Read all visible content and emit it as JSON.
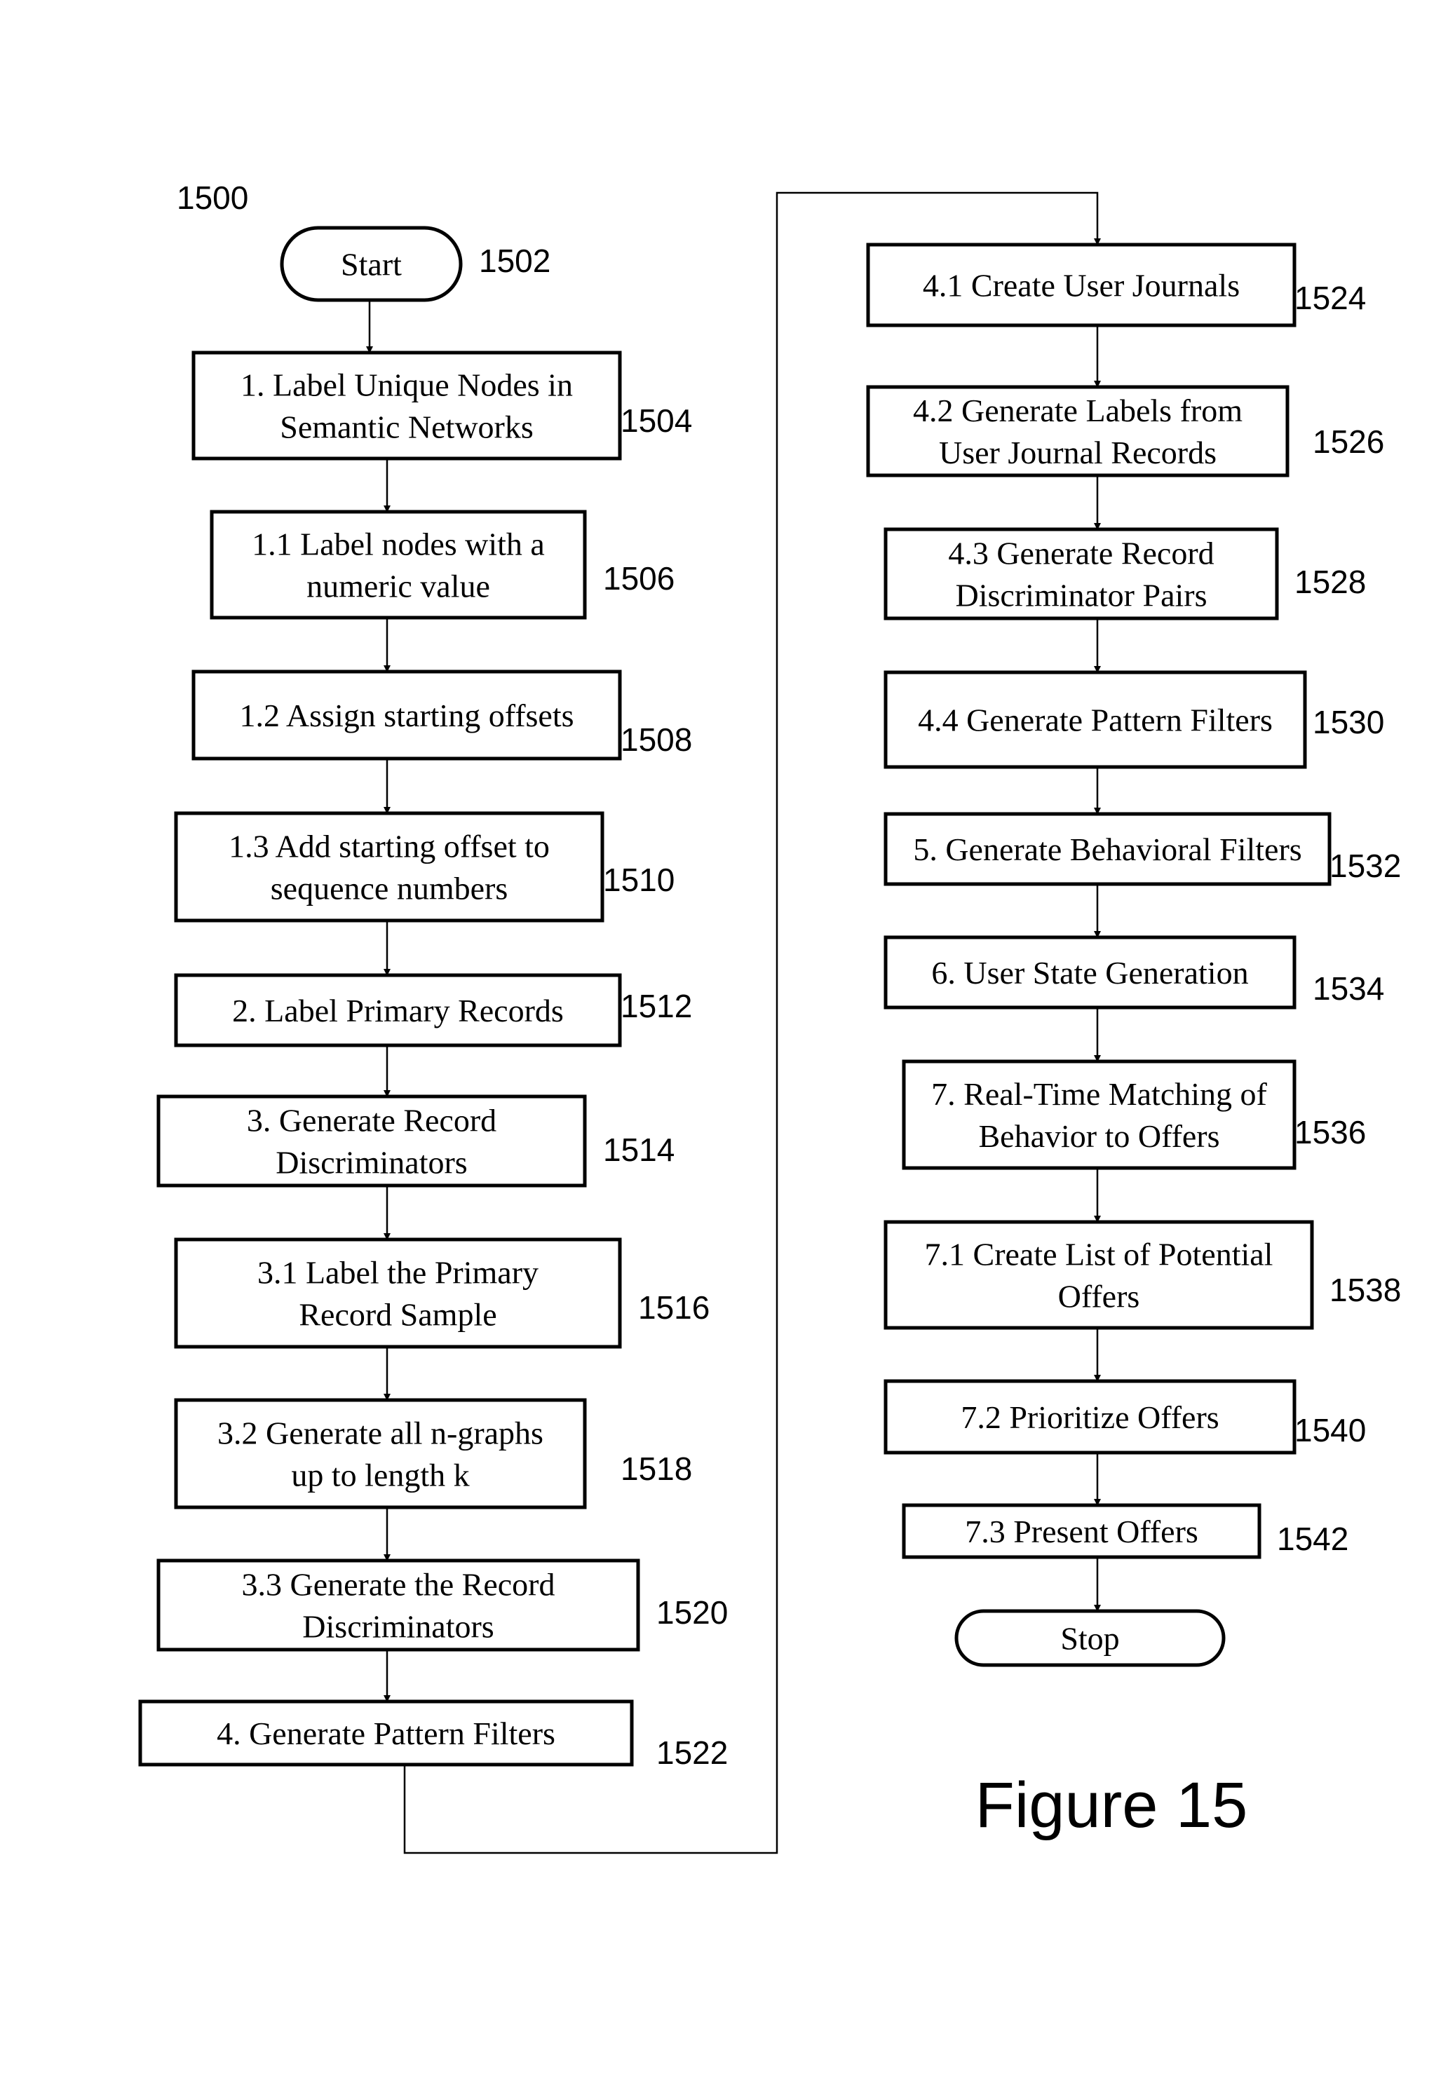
{
  "diagram_ref": "1500",
  "figure_label": "Figure 15",
  "nodes": [
    {
      "id": "start",
      "ref": "1502",
      "lines": [
        "Start"
      ]
    },
    {
      "id": "n1504",
      "ref": "1504",
      "lines": [
        "1. Label Unique Nodes in",
        "Semantic Networks"
      ]
    },
    {
      "id": "n1506",
      "ref": "1506",
      "lines": [
        "1.1 Label nodes with a",
        "numeric value"
      ]
    },
    {
      "id": "n1508",
      "ref": "1508",
      "lines": [
        "1.2 Assign starting offsets"
      ]
    },
    {
      "id": "n1510",
      "ref": "1510",
      "lines": [
        "1.3 Add starting offset to",
        "sequence numbers"
      ]
    },
    {
      "id": "n1512",
      "ref": "1512",
      "lines": [
        "2. Label Primary Records"
      ]
    },
    {
      "id": "n1514",
      "ref": "1514",
      "lines": [
        "3. Generate Record",
        "Discriminators"
      ]
    },
    {
      "id": "n1516",
      "ref": "1516",
      "lines": [
        "3.1 Label the Primary",
        "Record Sample"
      ]
    },
    {
      "id": "n1518",
      "ref": "1518",
      "lines": [
        "3.2 Generate all n-graphs",
        "up to length k"
      ]
    },
    {
      "id": "n1520",
      "ref": "1520",
      "lines": [
        "3.3 Generate the Record",
        "Discriminators"
      ]
    },
    {
      "id": "n1522",
      "ref": "1522",
      "lines": [
        "4. Generate Pattern Filters"
      ]
    },
    {
      "id": "n1524",
      "ref": "1524",
      "lines": [
        "4.1 Create User Journals"
      ]
    },
    {
      "id": "n1526",
      "ref": "1526",
      "lines": [
        "4.2 Generate Labels from",
        "User Journal Records"
      ]
    },
    {
      "id": "n1528",
      "ref": "1528",
      "lines": [
        "4.3 Generate Record",
        "Discriminator Pairs"
      ]
    },
    {
      "id": "n1530",
      "ref": "1530",
      "lines": [
        "4.4 Generate Pattern Filters"
      ]
    },
    {
      "id": "n1532",
      "ref": "1532",
      "lines": [
        "5. Generate Behavioral Filters"
      ]
    },
    {
      "id": "n1534",
      "ref": "1534",
      "lines": [
        "6. User State Generation"
      ]
    },
    {
      "id": "n1536",
      "ref": "1536",
      "lines": [
        "7. Real-Time Matching of",
        "Behavior to Offers"
      ]
    },
    {
      "id": "n1538",
      "ref": "1538",
      "lines": [
        "7.1 Create List of Potential",
        "Offers"
      ]
    },
    {
      "id": "n1540",
      "ref": "1540",
      "lines": [
        "7.2 Prioritize Offers"
      ]
    },
    {
      "id": "n1542",
      "ref": "1542",
      "lines": [
        "7.3 Present Offers"
      ]
    },
    {
      "id": "stop",
      "ref": "",
      "lines": [
        "Stop"
      ]
    }
  ],
  "edges": [
    [
      "start",
      "n1504"
    ],
    [
      "n1504",
      "n1506"
    ],
    [
      "n1506",
      "n1508"
    ],
    [
      "n1508",
      "n1510"
    ],
    [
      "n1510",
      "n1512"
    ],
    [
      "n1512",
      "n1514"
    ],
    [
      "n1514",
      "n1516"
    ],
    [
      "n1516",
      "n1518"
    ],
    [
      "n1518",
      "n1520"
    ],
    [
      "n1520",
      "n1522"
    ],
    [
      "n1522",
      "n1524"
    ],
    [
      "n1524",
      "n1526"
    ],
    [
      "n1526",
      "n1528"
    ],
    [
      "n1528",
      "n1530"
    ],
    [
      "n1530",
      "n1532"
    ],
    [
      "n1532",
      "n1534"
    ],
    [
      "n1534",
      "n1536"
    ],
    [
      "n1536",
      "n1538"
    ],
    [
      "n1538",
      "n1540"
    ],
    [
      "n1540",
      "n1542"
    ],
    [
      "n1542",
      "stop"
    ]
  ]
}
